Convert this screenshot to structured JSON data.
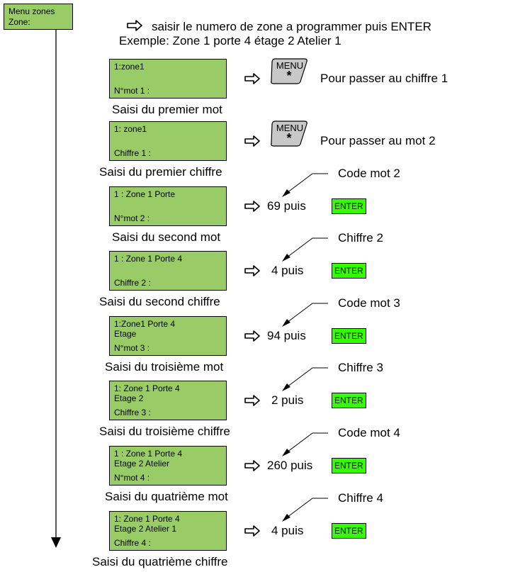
{
  "menu_box": {
    "title": "Menu zones",
    "field": "Zone:"
  },
  "instruction": "saisir le numero de zone a programmer puis ENTER",
  "example": "Exemple: Zone 1 porte 4 étage 2 Atelier 1",
  "menu_key": {
    "top": "MENU",
    "bottom": "*"
  },
  "enter_label": "ENTER",
  "steps": [
    {
      "lcd": [
        "1:zone1",
        "",
        "N°mot 1 :"
      ],
      "action_type": "menu",
      "action_text": "Pour passer au chiffre 1",
      "caption": "Saisi du premier mot"
    },
    {
      "lcd": [
        "1: zone1",
        "",
        "Chiffre 1 :"
      ],
      "action_type": "menu",
      "action_text": "Pour passer au mot 2",
      "caption": "Saisi du premier chiffre"
    },
    {
      "lcd": [
        "1 : Zone 1 Porte",
        "",
        "N°mot 2 :"
      ],
      "action_type": "enter",
      "code": "69 puis",
      "callout": "Code mot 2",
      "caption": "Saisi du second mot"
    },
    {
      "lcd": [
        "1 : Zone 1 Porte 4",
        "",
        "Chiffre 2 :"
      ],
      "action_type": "enter",
      "code": "4 puis",
      "callout": "Chiffre 2",
      "caption": "Saisi du second  chiffre"
    },
    {
      "lcd": [
        "1:Zone1 Porte 4",
        "Etage",
        "N°mot 3 :"
      ],
      "action_type": "enter",
      "code": "94 puis",
      "callout": "Code mot 3",
      "caption": "Saisi du troisième mot"
    },
    {
      "lcd": [
        "1: Zone 1 Porte 4",
        "Etage 2",
        "Chiffre 3 :"
      ],
      "action_type": "enter",
      "code": "2 puis",
      "callout": "Chiffre 3",
      "caption": "Saisi du troisième chiffre"
    },
    {
      "lcd": [
        "1 : Zone 1 Porte 4",
        "Etage 2 Atelier",
        "N°mot 4 :"
      ],
      "action_type": "enter",
      "code": "260 puis",
      "callout": "Code mot 4",
      "caption": "Saisi du quatrième mot"
    },
    {
      "lcd": [
        "1: Zone 1 Porte 4",
        "Etage 2 Atelier 1",
        "Chiffre 4 :"
      ],
      "action_type": "enter",
      "code": "4 puis",
      "callout": "Chiffre 4",
      "caption": "Saisi du quatrième chiffre"
    }
  ]
}
